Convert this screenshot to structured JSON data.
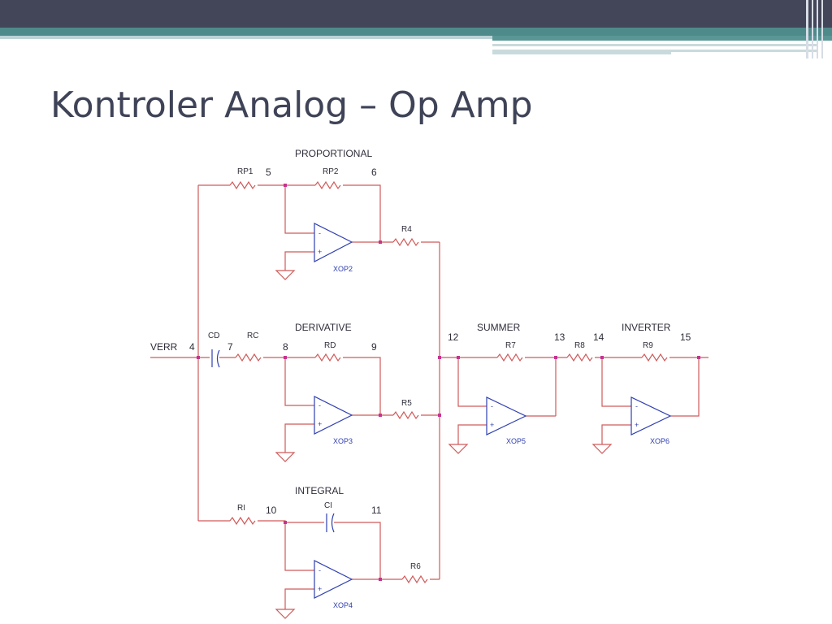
{
  "slide": {
    "title": "Kontroler Analog – Op Amp"
  },
  "theme": {
    "header_dark": "#434558",
    "header_teal": "#4f8a8a",
    "title_color": "#3f4357",
    "wire_color": "#d05a5a",
    "opamp_color": "#2f3fb0",
    "node_color": "#c4338e"
  },
  "schematic": {
    "sections": {
      "proportional": "PROPORTIONAL",
      "derivative": "DERIVATIVE",
      "integral": "INTEGRAL",
      "summer": "SUMMER",
      "inverter": "INVERTER"
    },
    "components": {
      "rp1": "RP1",
      "rp2": "RP2",
      "r4": "R4",
      "cd": "CD",
      "rc": "RC",
      "rd": "RD",
      "r5": "R5",
      "ri": "RI",
      "ci": "CI",
      "r6": "R6",
      "r7": "R7",
      "r8": "R8",
      "r9": "R9"
    },
    "opamps": {
      "xop2": "XOP2",
      "xop3": "XOP3",
      "xop4": "XOP4",
      "xop5": "XOP5",
      "xop6": "XOP6"
    },
    "input_label": "VERR",
    "nodes": {
      "n4": "4",
      "n5": "5",
      "n6": "6",
      "n7": "7",
      "n8": "8",
      "n9": "9",
      "n10": "10",
      "n11": "11",
      "n12": "12",
      "n13": "13",
      "n14": "14",
      "n15": "15"
    },
    "pin_minus": "-",
    "pin_plus": "+"
  }
}
